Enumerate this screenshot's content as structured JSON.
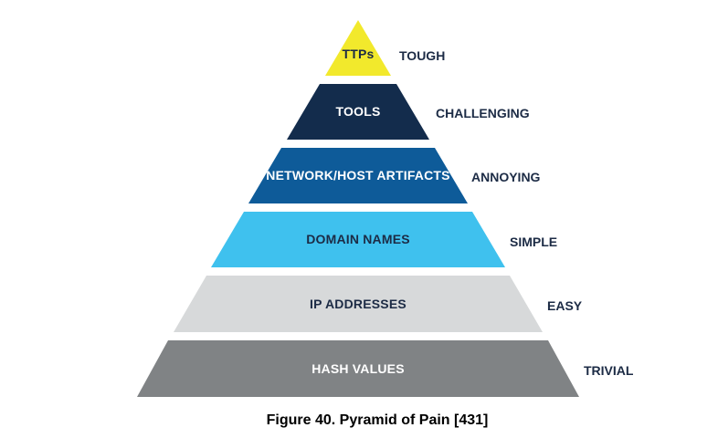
{
  "diagram": {
    "title": "Pyramid of Pain",
    "tiers": [
      {
        "label": "TTPs",
        "difficulty": "TOUGH",
        "color": "#f2e92c",
        "text_color": "#1c2b45"
      },
      {
        "label": "TOOLS",
        "difficulty": "CHALLENGING",
        "color": "#132c4c",
        "text_color": "#ffffff"
      },
      {
        "label": "NETWORK/HOST ARTIFACTS",
        "difficulty": "ANNOYING",
        "color": "#0e5b99",
        "text_color": "#ffffff"
      },
      {
        "label": "DOMAIN NAMES",
        "difficulty": "SIMPLE",
        "color": "#3fc1ee",
        "text_color": "#1c2b45"
      },
      {
        "label": "IP ADDRESSES",
        "difficulty": "EASY",
        "color": "#d7d9da",
        "text_color": "#1c2b45"
      },
      {
        "label": "HASH VALUES",
        "difficulty": "TRIVIAL",
        "color": "#808385",
        "text_color": "#ffffff"
      }
    ],
    "caption": "Figure 40. Pyramid of Pain [431]"
  }
}
